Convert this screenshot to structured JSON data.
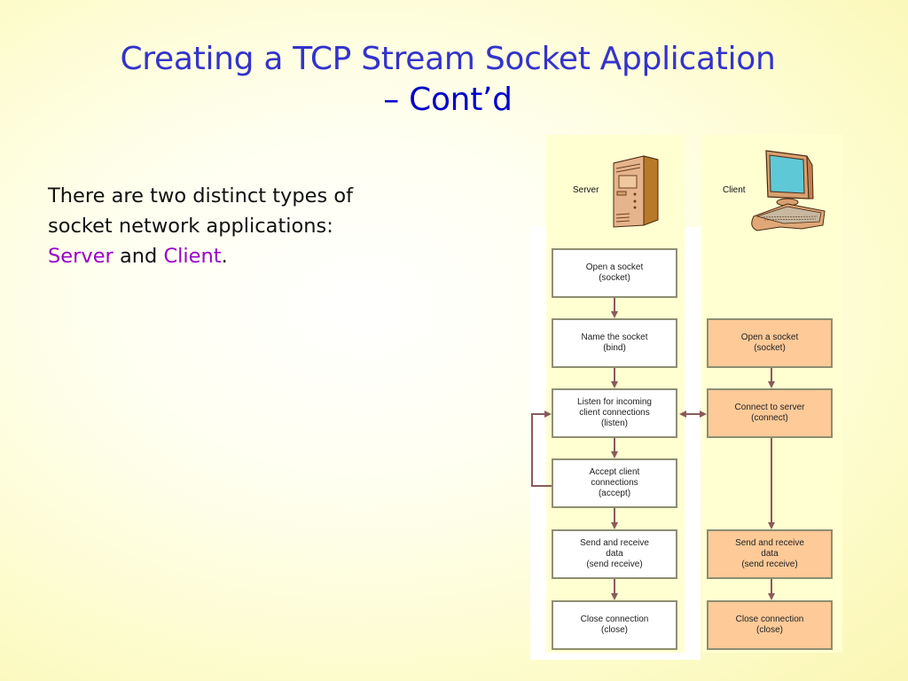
{
  "slide": {
    "title_line1": "Creating a TCP Stream Socket Application",
    "title_line2": "– Cont’d",
    "body": {
      "line1": "There are two distinct types of",
      "line2": "socket network applications:",
      "server_word": "Server",
      "and_word": " and ",
      "client_word": "Client",
      "period": "."
    }
  },
  "diagram": {
    "server_label": "Server",
    "client_label": "Client",
    "server_icon": "server-tower-icon",
    "client_icon": "desktop-computer-icon",
    "colors": {
      "server_box": "#ffffff",
      "client_box": "#fdca98",
      "arrow": "#8a5a5a",
      "panel": "#ffffd2"
    },
    "server_steps": [
      {
        "line1": "Open a socket",
        "line2": "(socket)",
        "line3": ""
      },
      {
        "line1": "Name the socket",
        "line2": "(bind)",
        "line3": ""
      },
      {
        "line1": "Listen for incoming",
        "line2": "client connections",
        "line3": "(listen)"
      },
      {
        "line1": "Accept client",
        "line2": "connections",
        "line3": "(accept)"
      },
      {
        "line1": "Send and receive",
        "line2": "data",
        "line3": "(send receive)"
      },
      {
        "line1": "Close connection",
        "line2": "(close)",
        "line3": ""
      }
    ],
    "client_steps": [
      {
        "line1": "Open a socket",
        "line2": "(socket)",
        "line3": ""
      },
      {
        "line1": "Connect to server",
        "line2": "(connect)",
        "line3": ""
      },
      {
        "line1": "Send and receive",
        "line2": "data",
        "line3": "(send receive)"
      },
      {
        "line1": "Close connection",
        "line2": "(close)",
        "line3": ""
      }
    ]
  }
}
